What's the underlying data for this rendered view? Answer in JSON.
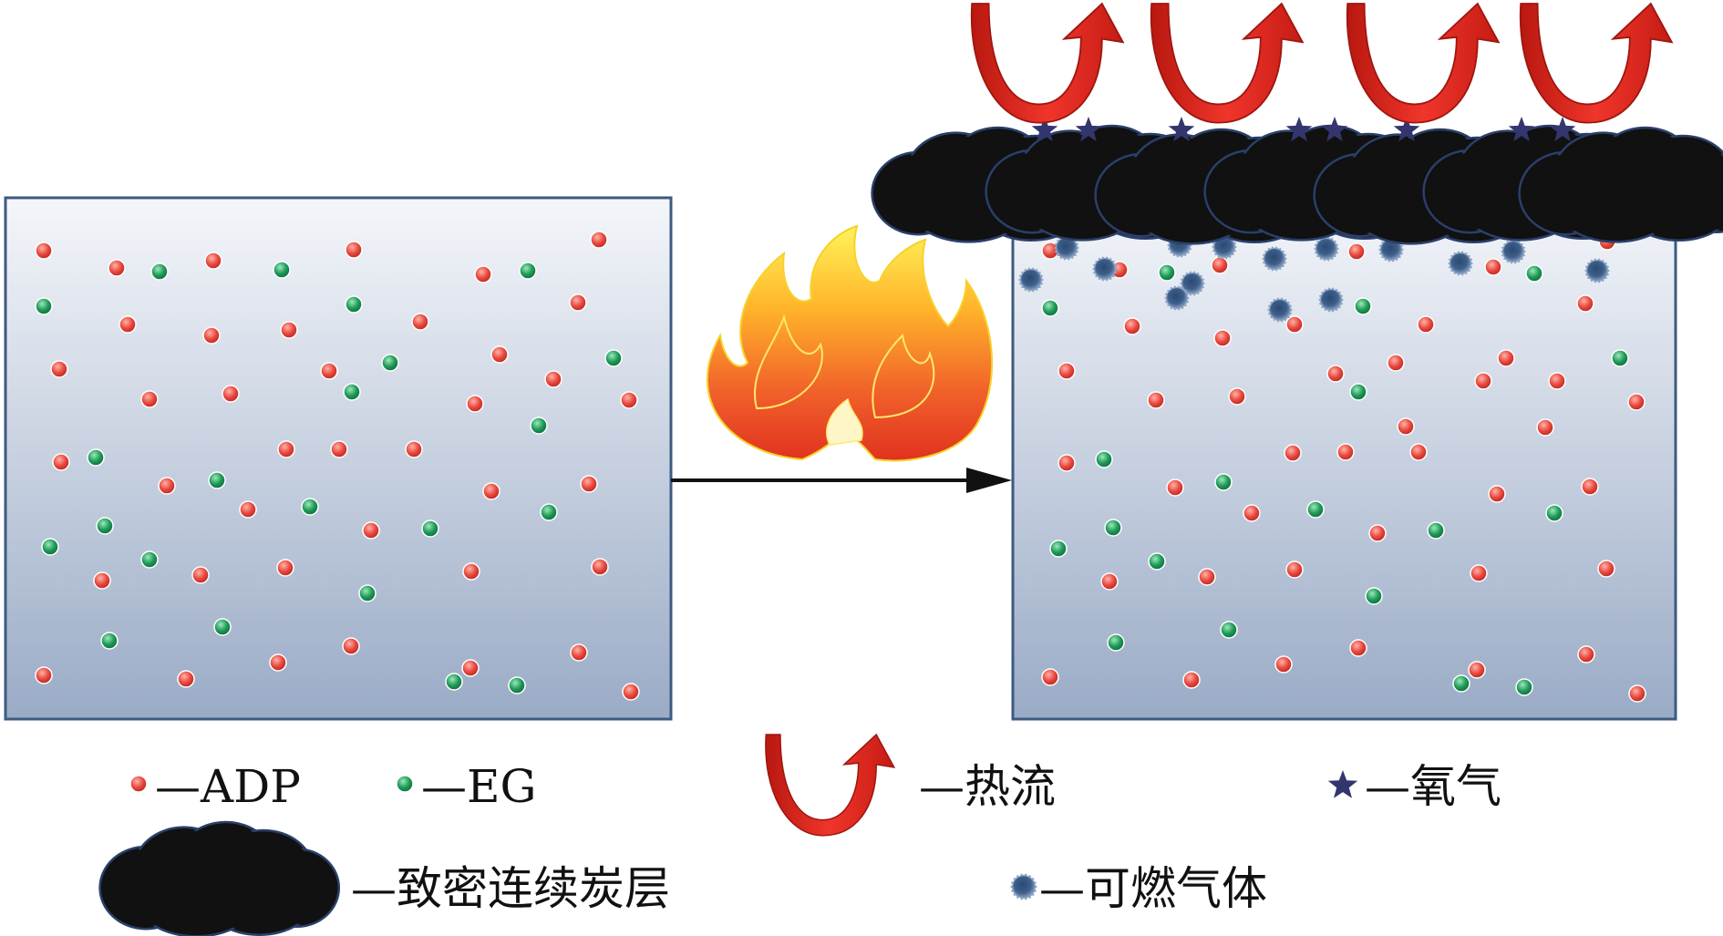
{
  "legend": {
    "adp": "—ADP",
    "eg": "—EG",
    "heat": "—热流",
    "oxygen": "—氧气",
    "char": "—致密连续炭层",
    "gas": "—可燃气体"
  },
  "colors": {
    "adp": "#e8483e",
    "eg": "#1e9a58",
    "heat_arrow": "#e42b22",
    "oxygen_star": "#33356e",
    "char_layer": "#111111",
    "gas_bubble": "#3e5f8a",
    "box_gradient_top": "#f4f6fa",
    "box_gradient_bottom": "#9aabc6"
  },
  "icons": {
    "flame": "flame-icon",
    "arrow": "right-arrow-icon",
    "heat_flow": "heat-flow-arrow-icon",
    "oxygen": "star-icon",
    "char": "char-cloud-icon",
    "gas": "gas-bubble-icon"
  }
}
